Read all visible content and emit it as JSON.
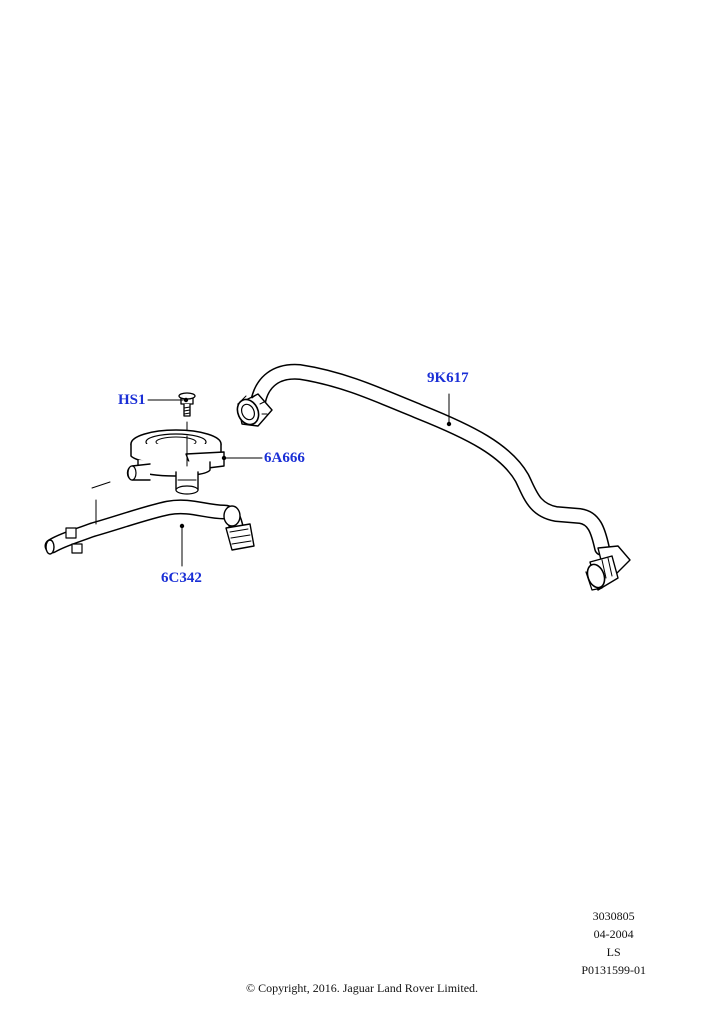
{
  "callouts": {
    "hs1": "HS1",
    "valve": "6A666",
    "hose_long": "9K617",
    "hose_short": "6C342"
  },
  "reference": {
    "number": "3030805",
    "date": "04-2004",
    "model": "LS",
    "illustration_id": "P0131599-01"
  },
  "copyright": "© Copyright, 2016. Jaguar Land Rover Limited.",
  "colors": {
    "callout": "#1a2fd6",
    "line_art": "#000000"
  }
}
